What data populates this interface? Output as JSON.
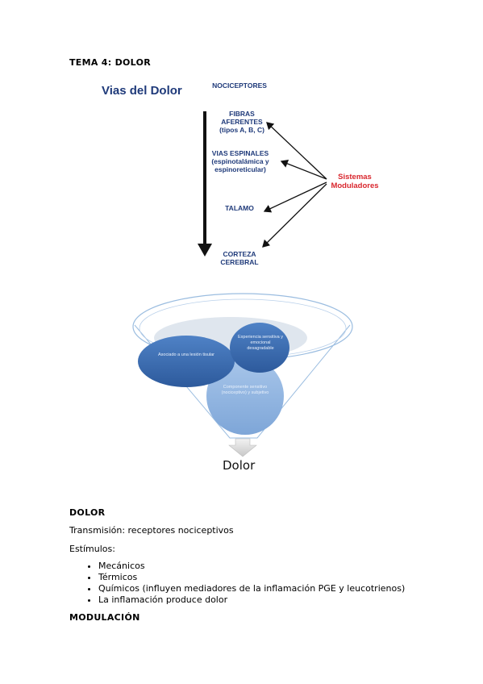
{
  "header": {
    "title": "TEMA 4: DOLOR"
  },
  "pathway": {
    "title": "Vias del Dolor",
    "steps": [
      {
        "label_lines": [
          "NOCICEPTORES"
        ]
      },
      {
        "label_lines": [
          "FIBRAS",
          "AFERENTES",
          "(tipos A, B, C)"
        ]
      },
      {
        "label_lines": [
          "VIAS ESPINALES",
          "(espinotalámica y",
          "espinoreticular)"
        ]
      },
      {
        "label_lines": [
          "TALAMO"
        ]
      },
      {
        "label_lines": [
          "CORTEZA",
          "CEREBRAL"
        ]
      }
    ],
    "modulators": {
      "label_lines": [
        "Sistemas",
        "Moduladores"
      ]
    },
    "colors": {
      "text": "#1f3a7a",
      "modulators": "#d9272e",
      "arrow": "#111111"
    }
  },
  "funnel": {
    "circles": [
      {
        "label": "Asociado a una lesión tisular"
      },
      {
        "label": "Experiencia sensitiva y emocional desagradable"
      },
      {
        "label": "Componente sensitivo (nociceptivo) y subjetivo"
      }
    ],
    "result_label": "Dolor",
    "colors": {
      "circle_dark": "#3f6fb5",
      "circle_light": "#8fb4e0",
      "rim": "#9bbde0"
    }
  },
  "section_dolor": {
    "heading": "DOLOR",
    "transmission": "Transmisión: receptores nociceptivos",
    "stimuli_label": "Estímulos:",
    "stimuli": [
      "Mecánicos",
      "Térmicos",
      "Químicos (influyen mediadores de la inflamación PGE y leucotrienos)",
      "La inflamación produce dolor"
    ]
  },
  "section_modulacion": {
    "heading": "MODULACIÓN"
  }
}
